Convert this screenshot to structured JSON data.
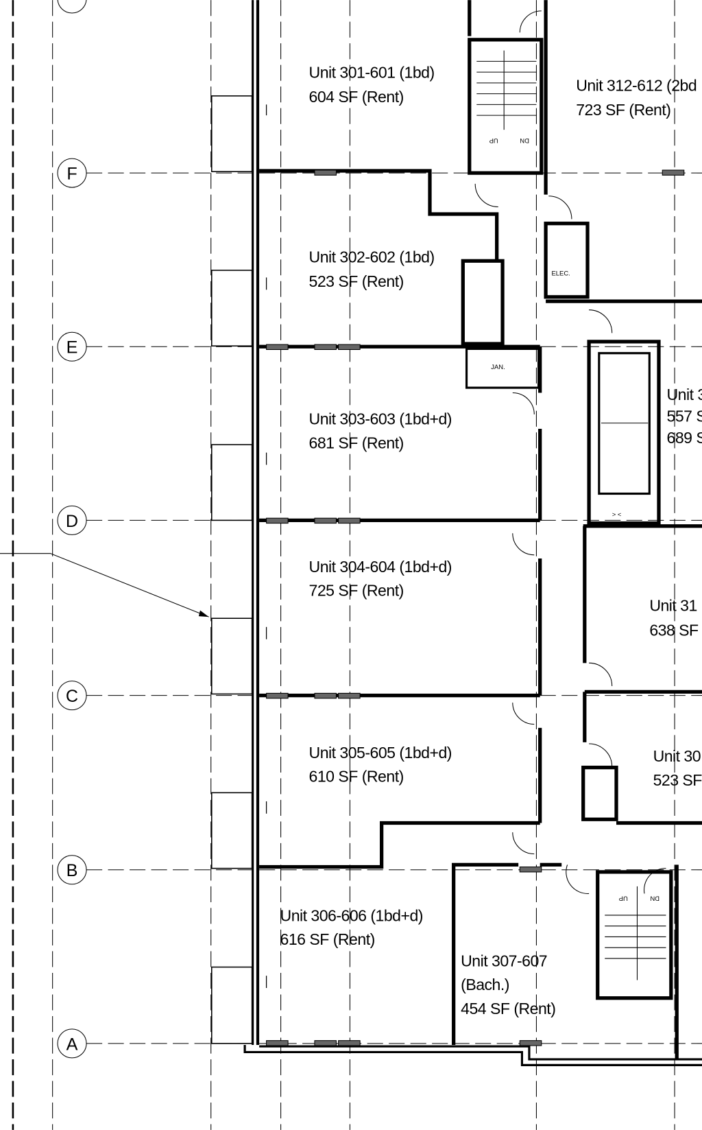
{
  "grid_labels": [
    "F",
    "E",
    "D",
    "C",
    "B",
    "A"
  ],
  "units": [
    {
      "name": "Unit 301-601 (1bd)",
      "area": "604 SF (Rent)"
    },
    {
      "name": "Unit 302-602 (1bd)",
      "area": "523 SF (Rent)"
    },
    {
      "name": "Unit 303-603 (1bd+d)",
      "area": "681 SF (Rent)"
    },
    {
      "name": "Unit 304-604 (1bd+d)",
      "area": "725 SF (Rent)"
    },
    {
      "name": "Unit 305-605 (1bd+d)",
      "area": "610 SF (Rent)"
    },
    {
      "name": "Unit 306-606 (1bd+d)",
      "area": "616 SF (Rent)"
    },
    {
      "name": "Unit 307-607",
      "type": "(Bach.)",
      "area": "454 SF (Rent)"
    },
    {
      "name": "Unit 312-612 (2bd",
      "area": "723 SF (Rent)"
    },
    {
      "name": "Unit 3",
      "area": "557 S",
      "area2": "689 S"
    },
    {
      "name": "Unit 31",
      "area": "638 SF"
    },
    {
      "name": "Unit 30",
      "area": "523 SF"
    }
  ],
  "rooms": {
    "elec": "ELEC.",
    "jan": "JAN."
  },
  "stairs": {
    "up": "UP",
    "dn": "DN"
  }
}
